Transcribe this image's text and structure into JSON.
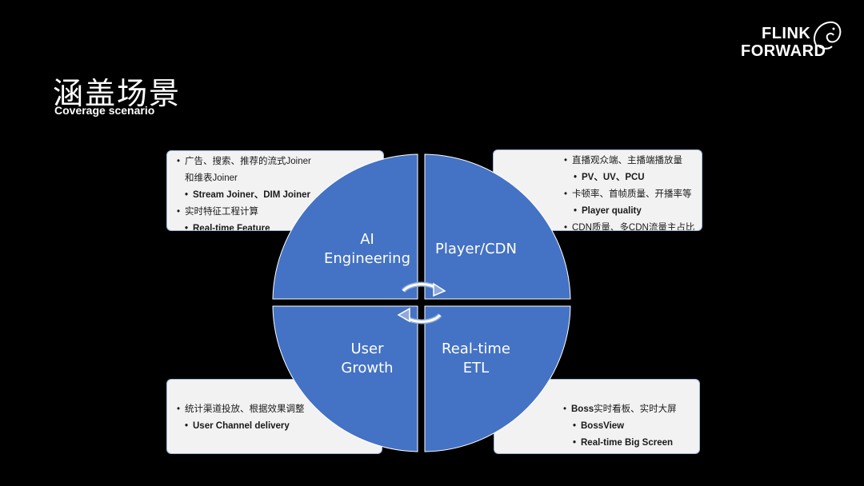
{
  "slide": {
    "title_cn": "涵盖场景",
    "title_en": "Coverage scenario"
  },
  "logo": {
    "line1": "FLINK",
    "line2": "FORWARD"
  },
  "colors": {
    "quadrant": "#4472c4",
    "background": "#000000",
    "box_bg": "#f2f2f2",
    "box_border": "#9fb6d9"
  },
  "quadrants": {
    "top_left": {
      "line1": "AI",
      "line2": "Engineering"
    },
    "top_right": {
      "line1": "Player/CDN"
    },
    "bottom_left": {
      "line1": "User",
      "line2": "Growth"
    },
    "bottom_right": {
      "line1": "Real-time",
      "line2": "ETL"
    }
  },
  "boxes": {
    "top_left": {
      "item1_line1": "广告、搜索、推荐的流式Joiner",
      "item1_line2": "和维表Joiner",
      "item1_sub": "Stream Joiner、DIM Joiner",
      "item2": "实时特征工程计算",
      "item2_sub": "Real-time Feature"
    },
    "top_right": {
      "item1": "直播观众端、主播端播放量",
      "item1_sub": "PV、UV、PCU",
      "item2": "卡顿率、首帧质量、开播率等",
      "item2_sub": "Player quality",
      "item3": "CDN质量、多CDN流量主占比"
    },
    "bottom_left": {
      "item1": "统计渠道投放、根据效果调整",
      "item1_sub": "User Channel delivery"
    },
    "bottom_right": {
      "item1_bold": "Boss",
      "item1_rest": "实时看板、实时大屏",
      "item1_sub1": "BossView",
      "item1_sub2": "Real-time Big Screen"
    }
  }
}
